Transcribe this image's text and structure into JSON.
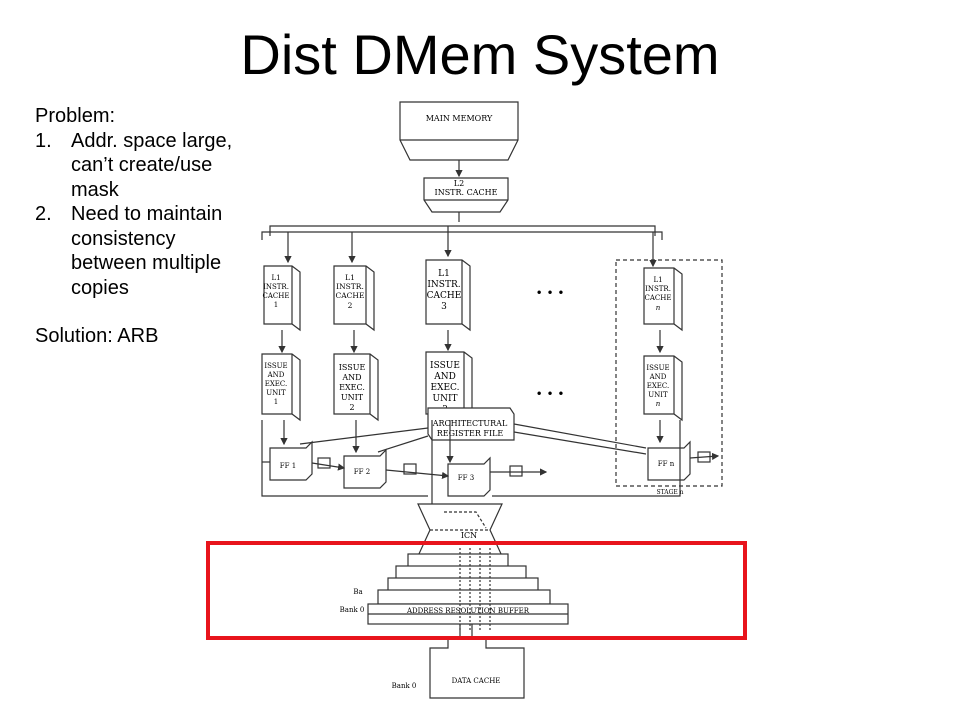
{
  "slide": {
    "title": "Dist DMem System",
    "problem_label": "Problem:",
    "problems": [
      {
        "num": "1.",
        "lines": [
          "Addr. space large,",
          "can’t create/use",
          "mask"
        ]
      },
      {
        "num": "2.",
        "lines": [
          "Need to maintain",
          "consistency",
          "between multiple",
          "copies"
        ]
      }
    ],
    "solution": "Solution: ARB"
  },
  "diagram": {
    "main_memory": "MAIN MEMORY",
    "l2_line1": "L2",
    "l2_line2": "INSTR. CACHE",
    "l1_caches": [
      {
        "lines": [
          "L1",
          "INSTR.",
          "CACHE",
          "1"
        ]
      },
      {
        "lines": [
          "L1",
          "INSTR.",
          "CACHE",
          "2"
        ]
      },
      {
        "lines": [
          "L1",
          "INSTR.",
          "CACHE",
          "3"
        ]
      },
      {
        "lines": [
          "L1",
          "INSTR.",
          "CACHE",
          "n"
        ]
      }
    ],
    "issue_units": [
      {
        "lines": [
          "ISSUE",
          "AND",
          "EXEC.",
          "UNIT",
          "1"
        ]
      },
      {
        "lines": [
          "ISSUE",
          "AND",
          "EXEC.",
          "UNIT",
          "2"
        ]
      },
      {
        "lines": [
          "ISSUE",
          "AND",
          "EXEC.",
          "UNIT",
          "3"
        ]
      },
      {
        "lines": [
          "ISSUE",
          "AND",
          "EXEC.",
          "UNIT",
          "n"
        ]
      }
    ],
    "register_file_line1": "ARCHITECTURAL",
    "register_file_line2": "REGISTER FILE",
    "ff_labels": [
      "FF 1",
      "FF 2",
      "FF 3",
      "FF n"
    ],
    "stage_label": "STAGE n",
    "ellipsis": "•  •  •",
    "icn": "ICN",
    "bank_partial": "Ba",
    "bank_label": "Bank 0",
    "arb": "ADDRESS  RESOLUTION  BUFFER",
    "data_cache_bank": "Bank 0",
    "data_cache": "DATA  CACHE"
  },
  "colors": {
    "highlight": "#e8141c",
    "line": "#333333"
  }
}
